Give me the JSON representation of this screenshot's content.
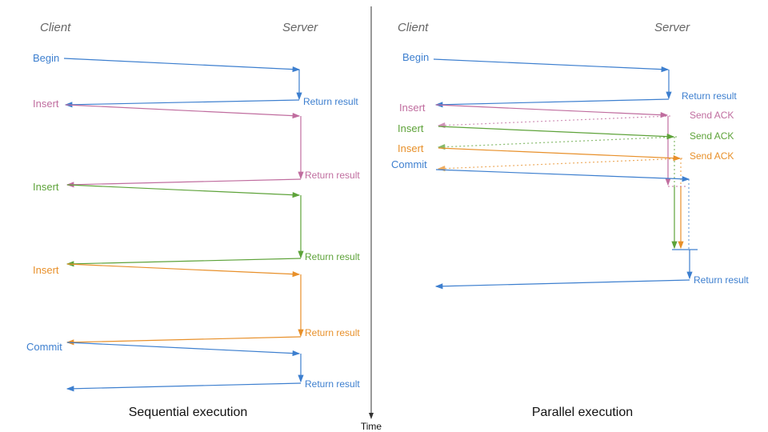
{
  "colors": {
    "blue": "#3d7fcf",
    "pink": "#c06d9f",
    "green": "#5ea33a",
    "orange": "#e8902a"
  },
  "time_label": "Time",
  "sequential": {
    "caption": "Sequential execution",
    "client": "Client",
    "server": "Server",
    "steps": [
      {
        "label": "Begin",
        "result": "Return result",
        "color": "blue"
      },
      {
        "label": "Insert",
        "result": "Return result",
        "color": "pink"
      },
      {
        "label": "Insert",
        "result": "Return result",
        "color": "green"
      },
      {
        "label": "Insert",
        "result": "Return result",
        "color": "orange"
      },
      {
        "label": "Commit",
        "result": "Return result",
        "color": "blue"
      }
    ]
  },
  "parallel": {
    "caption": "Parallel execution",
    "client": "Client",
    "server": "Server",
    "begin": {
      "label": "Begin",
      "result": "Return result"
    },
    "inserts": [
      {
        "label": "Insert",
        "ack": "Send ACK",
        "color": "pink"
      },
      {
        "label": "Insert",
        "ack": "Send ACK",
        "color": "green"
      },
      {
        "label": "Insert",
        "ack": "Send ACK",
        "color": "orange"
      }
    ],
    "commit": {
      "label": "Commit",
      "result": "Return result"
    }
  }
}
